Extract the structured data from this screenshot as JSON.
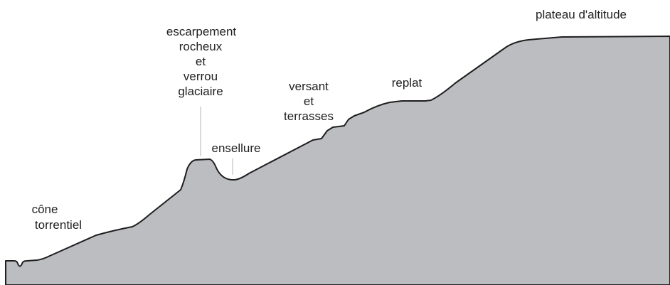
{
  "labels": {
    "cone_line1": "cône",
    "cone_line2": "torrentiel",
    "escarpement_line1": "escarpement",
    "escarpement_line2": "rocheux",
    "escarpement_line3": "et",
    "escarpement_line4": "verrou",
    "escarpement_line5": "glaciaire",
    "ensellure": "ensellure",
    "versant_line1": "versant",
    "versant_line2": "et",
    "versant_line3": "terrasses",
    "replat": "replat",
    "plateau": "plateau d'altitude"
  },
  "colors": {
    "terrain_fill": "#bcbdc0",
    "terrain_outline": "#1e1e1e",
    "leader_line": "#b4b4b4",
    "text": "#1f1f1f"
  }
}
